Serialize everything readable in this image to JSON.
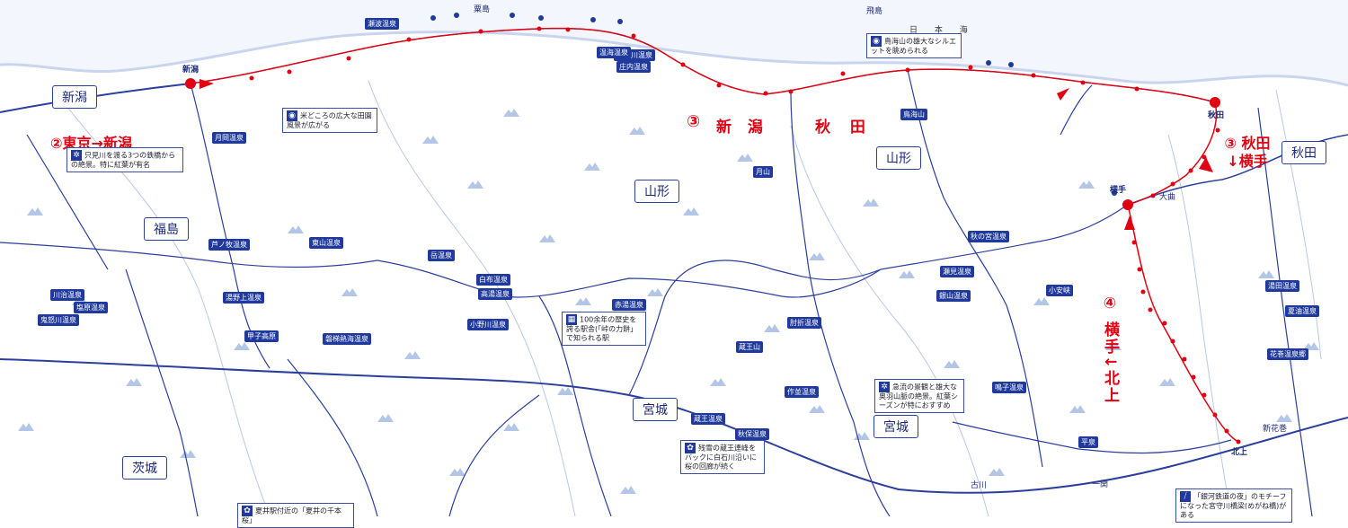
{
  "regions": [
    {
      "name": "新潟"
    },
    {
      "name": "福島"
    },
    {
      "name": "茨城"
    },
    {
      "name": "山形"
    },
    {
      "name": "宮城"
    },
    {
      "name": "山形"
    },
    {
      "name": "宮城"
    },
    {
      "name": "秋田"
    }
  ],
  "routes": {
    "tokyo_niigata": "②東京→新潟",
    "niigata_akita_num": "③",
    "niigata_akita_a": "新 潟",
    "niigata_akita_b": "秋 田",
    "akita_yokote": "③ 秋田↓横手",
    "yokote_kitakami": "④ 横手↓北上"
  },
  "sea": {
    "name": "日 本 海",
    "island_top": "粟島",
    "island_right": "飛島"
  },
  "stations": {
    "niigata_top": "新潟",
    "akita_station": "秋田",
    "yokote": "横手",
    "kitakami": "北上",
    "oomagari": "大曲",
    "furukawa": "古川",
    "ichinoseki": "一関",
    "hanamaki": "新花巻"
  },
  "onsen": [
    "瀬波温泉",
    "湯田川温泉",
    "温海温泉",
    "庄内温泉",
    "月岡温泉",
    "東山温泉",
    "芦ノ牧温泉",
    "湯野上温泉",
    "岳温泉",
    "塩原温泉",
    "鬼怒川温泉",
    "川治温泉",
    "甲子高原",
    "磐梯熱海温泉",
    "高湯温泉",
    "白布温泉",
    "小野川温泉",
    "赤湯温泉",
    "蔵王温泉",
    "作並温泉",
    "秋保温泉",
    "鳴子温泉",
    "瀬見温泉",
    "銀山温泉",
    "肘折温泉",
    "湯田温泉",
    "夏油温泉",
    "花巻温泉郷",
    "平泉",
    "小安峡",
    "秋の宮温泉",
    "鳥海山",
    "月山",
    "蔵王山"
  ],
  "notes": {
    "note1": "只見川を渡る3つの鉄橋からの絶景。特に紅葉が有名",
    "note2": "米どころの広大な田園風景が広がる",
    "note3": "鳥海山の雄大なシルエットを眺められる",
    "note4": "100余年の歴史を誇る駅舎(「峠の力餅」で知られる駅",
    "note5": "急流の景観と雄大な奥羽山脈の絶景。紅葉シーズンが特におすすめ",
    "note6": "残雪の蔵王連峰をバックに白石川沿いに桜の回廊が続く",
    "note7": "「銀河鉄道の夜」のモチーフになった宮守川橋梁(めがね橋)がある",
    "note8": "夏井駅付近の「夏井の千本桜」"
  },
  "colors": {
    "route_red": "#e00012",
    "rail_blue": "#2b3f9e",
    "mountain": "#8da6d6",
    "label_navy": "#1b2a7a",
    "onsen_bg": "#1f3a9c"
  }
}
